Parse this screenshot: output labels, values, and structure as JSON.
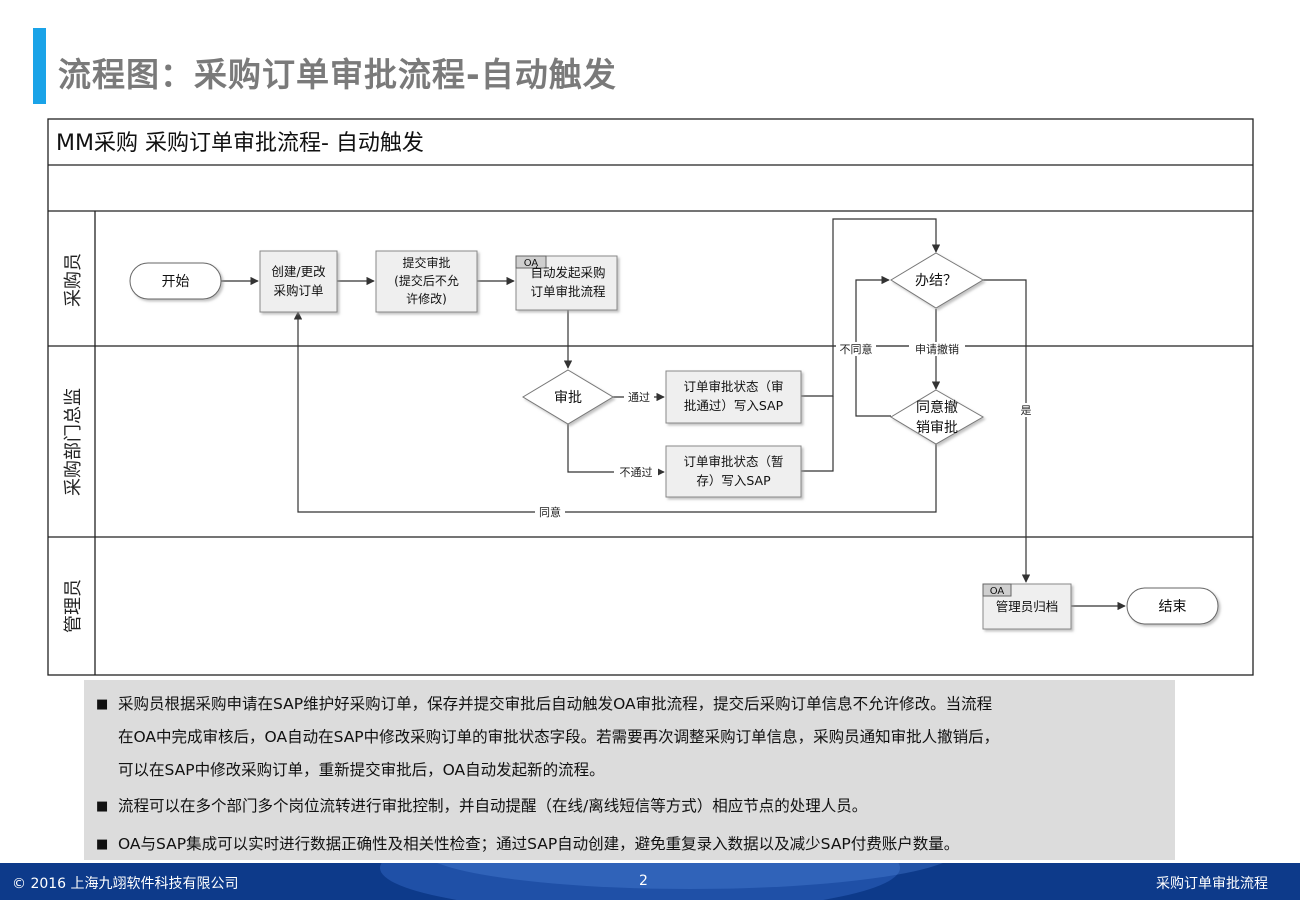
{
  "page": {
    "title": "流程图：采购订单审批流程-自动触发"
  },
  "diagram": {
    "header": "MM采购  采购订单审批流程- 自动触发",
    "lanes": [
      "采购员",
      "采购部门总监",
      "管理员"
    ],
    "nodes": {
      "start": "开始",
      "create": [
        "创建/更改",
        "采购订单"
      ],
      "submit": [
        "提交审批",
        "(提交后不允",
        "许修改)"
      ],
      "oa_badge": "OA",
      "auto_flow": [
        "自动发起采购",
        "订单审批流程"
      ],
      "approve": "审批",
      "status_pass": [
        "订单审批状态（审",
        "批通过）写入SAP"
      ],
      "status_hold": [
        "订单审批状态（暂",
        "存）写入SAP"
      ],
      "done": "办结？",
      "agree_revoke": [
        "同意撤",
        "销审批"
      ],
      "archive": "管理员归档",
      "end": "结束"
    },
    "edge_labels": {
      "pass": "通过",
      "fail": "不通过",
      "disagree": "不同意",
      "apply_revoke": "申请撤销",
      "agree": "同意",
      "yes": "是"
    }
  },
  "notes": [
    "采购员根据采购申请在SAP维护好采购订单，保存并提交审批后自动触发OA审批流程，提交后采购订单信息不允许修改。当流程",
    "在OA中完成审核后，OA自动在SAP中修改采购订单的审批状态字段。若需要再次调整采购订单信息，采购员通知审批人撤销后，",
    "可以在SAP中修改采购订单，重新提交审批后，OA自动发起新的流程。",
    "流程可以在多个部门多个岗位流转进行审批控制，并自动提醒（在线/离线短信等方式）相应节点的处理人员。",
    "OA与SAP集成可以实时进行数据正确性及相关性检查；通过SAP自动创建，避免重复录入数据以及减少SAP付费账户数量。"
  ],
  "footer": {
    "copyright": "©  2016 上海九翊软件科技有限公司",
    "page_number": "2",
    "section": "采购订单审批流程"
  }
}
